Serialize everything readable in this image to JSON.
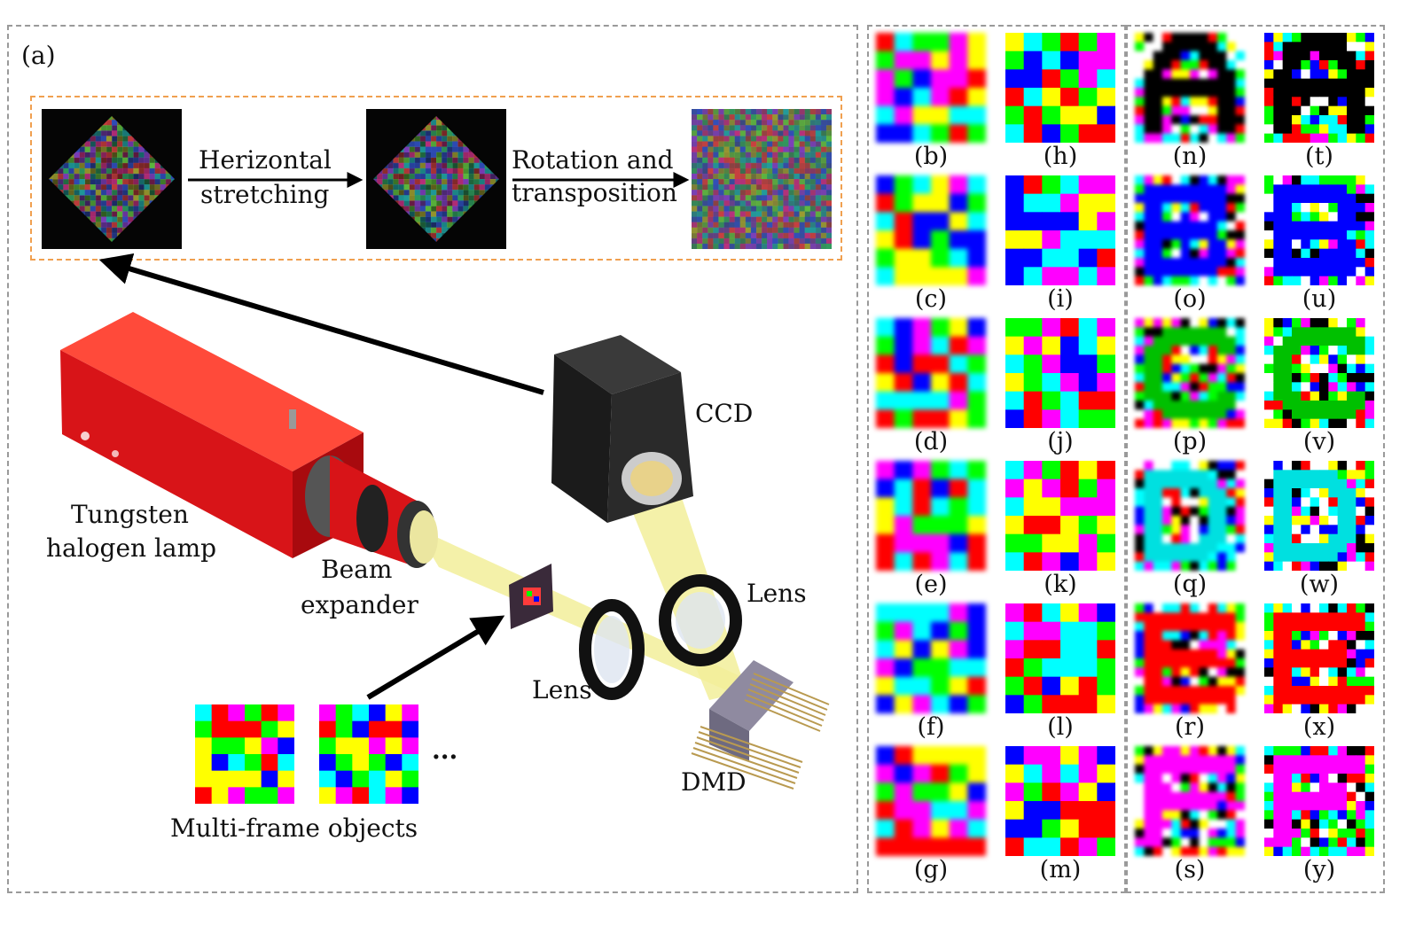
{
  "panel_a": {
    "label": "(a)",
    "pipeline": {
      "step1_label_line1": "Herizontal",
      "step1_label_line2": "stretching",
      "step2_label_line1": "Rotation and",
      "step2_label_line2": "transposition"
    },
    "components": {
      "lamp_line1": "Tungsten",
      "lamp_line2": "halogen lamp",
      "expander_line1": "Beam",
      "expander_line2": "expander",
      "ccd": "CCD",
      "lens_upper": "Lens",
      "lens_lower": "Lens",
      "dmd": "DMD",
      "objects": "Multi-frame objects",
      "ellipsis": "..."
    }
  },
  "grid_labels": {
    "col1": [
      "(b)",
      "(c)",
      "(d)",
      "(e)",
      "(f)",
      "(g)"
    ],
    "col2": [
      "(h)",
      "(i)",
      "(j)",
      "(k)",
      "(l)",
      "(m)"
    ],
    "col3": [
      "(n)",
      "(o)",
      "(p)",
      "(q)",
      "(r)",
      "(s)"
    ],
    "col4": [
      "(t)",
      "(u)",
      "(v)",
      "(w)",
      "(x)",
      "(y)"
    ]
  },
  "colors": {
    "lamp_red": "#e0161b",
    "beam_yellow": "#f2ee9a",
    "pipeline_border": "#f0a050",
    "panel_border": "#9a9a9a",
    "palette": [
      "#ff0000",
      "#00ff00",
      "#0000ff",
      "#ffff00",
      "#ff00ff",
      "#00ffff",
      "#000000",
      "#ffffff"
    ]
  }
}
